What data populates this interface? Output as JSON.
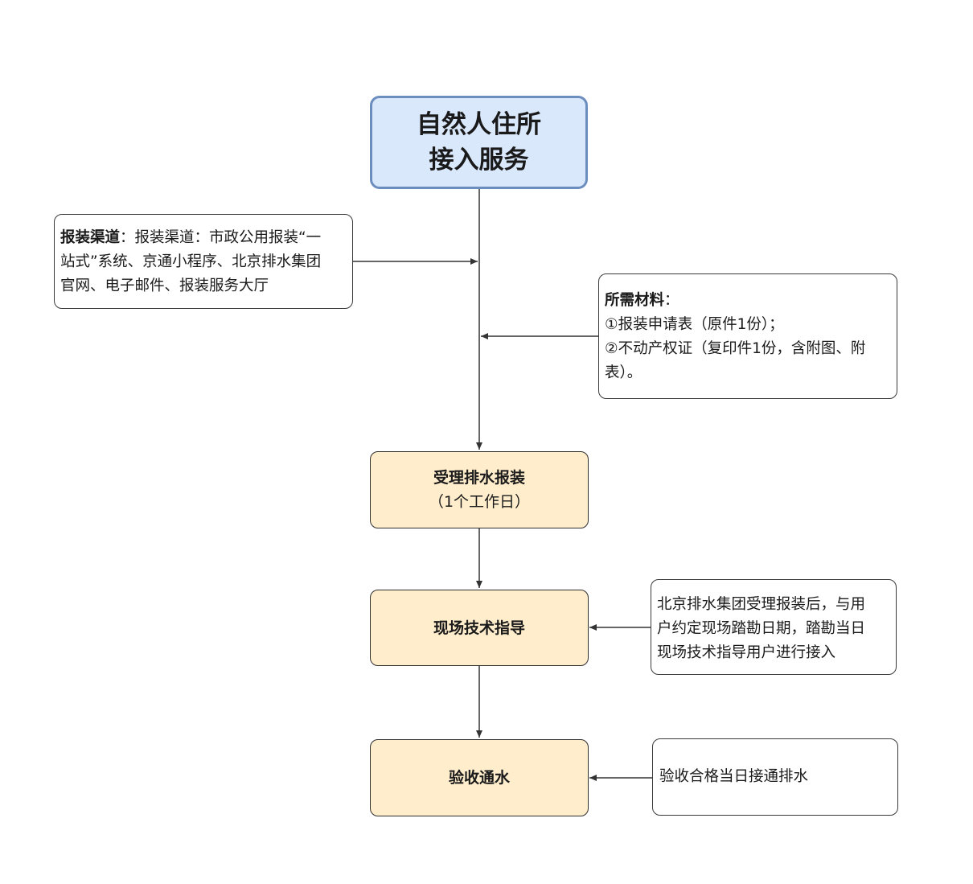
{
  "title": {
    "line1": "自然人住所",
    "line2": "接入服务"
  },
  "channel": {
    "label": "报装渠道",
    "sep": "：",
    "line1_rest": "报装渠道：市政公用报装“一",
    "line2": "站式”系统、京通小程序、北京排水集团",
    "line3": "官网、电子邮件、报装服务大厅"
  },
  "materials": {
    "label": "所需材料",
    "sep": "：",
    "line1": "①报装申请表（原件1份）；",
    "line2": "②不动产权证（复印件1份，含附图、附",
    "line3": "表）。"
  },
  "steps": [
    {
      "name": "受理排水报装",
      "duration": "（1个工作日）"
    },
    {
      "name": "现场技术指导"
    },
    {
      "name": "验收通水"
    }
  ],
  "notes": {
    "guide": {
      "line1": "北京排水集团受理报装后，与用",
      "line2": "户约定现场踏勘日期，踏勘当日",
      "line3": "现场技术指导用户进行接入"
    },
    "accept": {
      "line1": "验收合格当日接通排水"
    }
  },
  "colors": {
    "title_fill": "#dae8fc",
    "title_stroke": "#6c8ebf",
    "step_fill": "#ffedcc",
    "line": "#333333"
  }
}
